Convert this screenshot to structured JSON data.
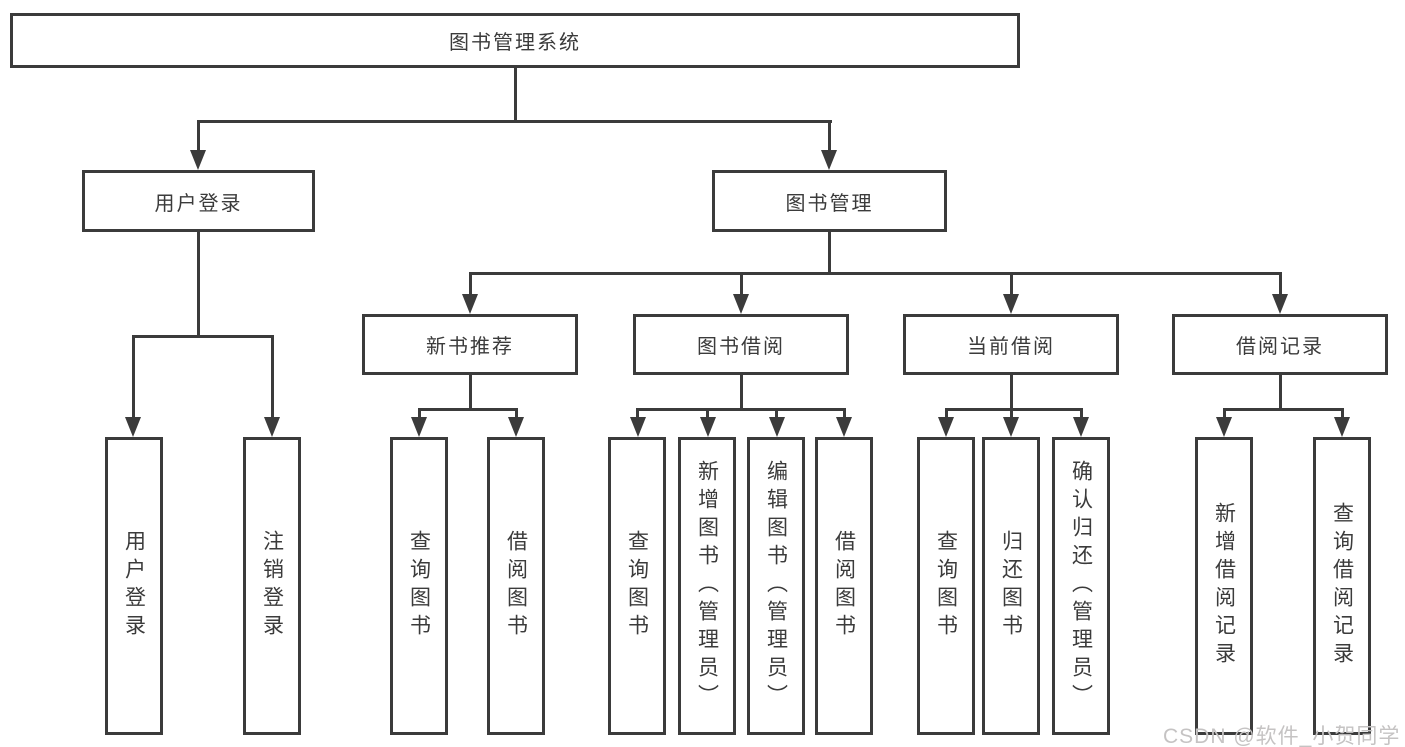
{
  "nodes": {
    "root": "图书管理系统",
    "branches": [
      "用户登录",
      "图书管理"
    ],
    "modules": [
      "新书推荐",
      "图书借阅",
      "当前借阅",
      "借阅记录"
    ],
    "leaves": [
      "用户登录",
      "注销登录",
      "查询图书",
      "借阅图书",
      "查询图书",
      "新增图书（管理员）",
      "编辑图书（管理员）",
      "借阅图书",
      "查询图书",
      "归还图书",
      "确认归还（管理员）",
      "新增借阅记录",
      "查询借阅记录"
    ]
  },
  "watermark": "CSDN @软件_小贺同学",
  "colors": {
    "line": "#3b3b3b",
    "text": "#3b3b3b",
    "box-border": "#3b3b3b",
    "box-fill": "#ffffff",
    "background": "#ffffff",
    "watermark": "#c5c3c3"
  }
}
